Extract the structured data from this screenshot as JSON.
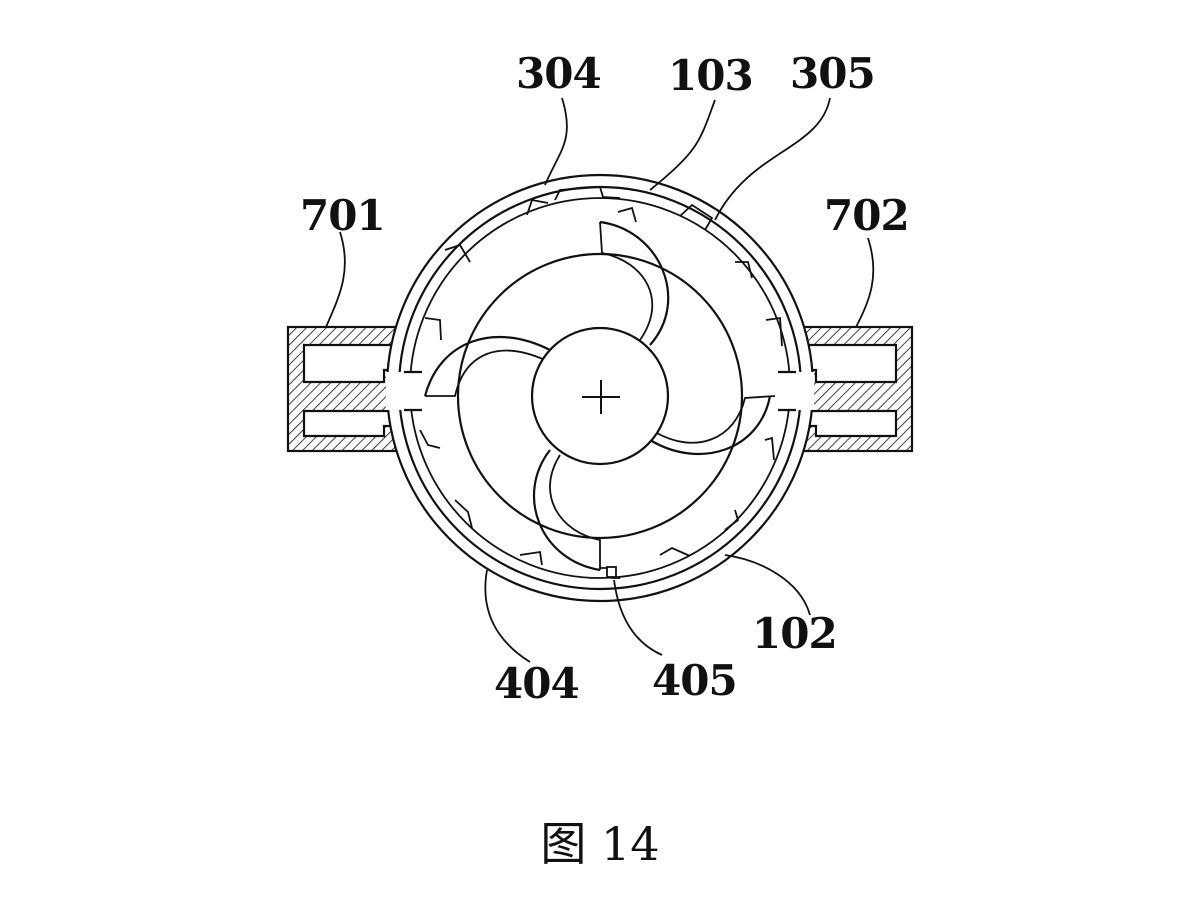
{
  "figure": {
    "caption": "图 14",
    "labels": {
      "l304": "304",
      "l103": "103",
      "l305": "305",
      "l701": "701",
      "l702": "702",
      "l102": "102",
      "l404": "404",
      "l405": "405"
    }
  }
}
